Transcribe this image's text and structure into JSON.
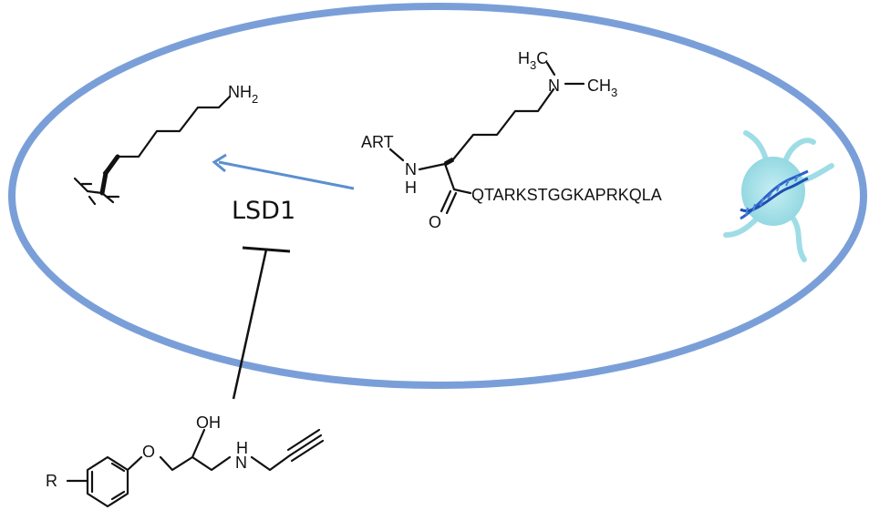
{
  "enzyme_label": "LSD1",
  "inhibitor": {
    "oh": "OH",
    "o": "O",
    "n": "N",
    "h": "H",
    "r": "R"
  },
  "product": {
    "nh": "NH",
    "nh_sub": "2"
  },
  "substrate": {
    "art": "ART",
    "nh_n": "N",
    "nh_h": "H",
    "o": "O",
    "peptide": "QTARKSTGGKAPRKQLA",
    "n": "N",
    "me1": "H",
    "me1_sub": "3",
    "me1_c": "C",
    "me2": "CH",
    "me2_sub": "3"
  },
  "colors": {
    "cell_outline": "#7a9fd8",
    "arrow": "#5b8fd0",
    "nucleus": "#9fdde6",
    "dna": "#2c63c8"
  }
}
